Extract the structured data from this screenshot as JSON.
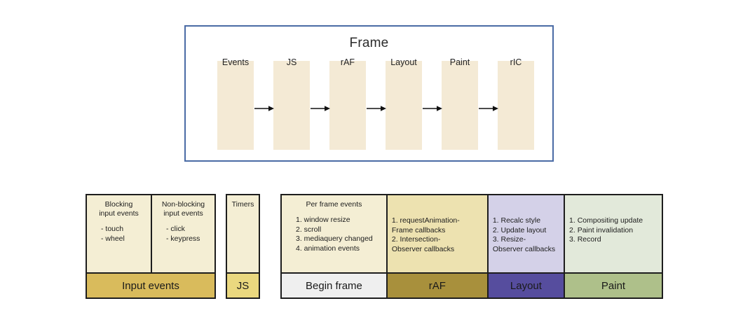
{
  "frame_panel": {
    "title": "Frame",
    "border_color": "#4a6ba5",
    "box_color": "#f4ead5",
    "stages": [
      {
        "label": "Events"
      },
      {
        "label": "JS"
      },
      {
        "label": "rAF"
      },
      {
        "label": "Layout"
      },
      {
        "label": "Paint"
      },
      {
        "label": "rIC"
      }
    ]
  },
  "timeline": {
    "groups": [
      {
        "name": "input-events",
        "cells": [
          {
            "head": "Blocking\ninput events",
            "head_line1": "Blocking",
            "head_line2": "input events",
            "items": [
              "- touch",
              "- wheel"
            ]
          },
          {
            "head": "Non-blocking\ninput events",
            "head_line1": "Non-blocking",
            "head_line2": "input events",
            "items": [
              "- click",
              "- keypress"
            ]
          }
        ],
        "bands": [
          {
            "label": "Input events",
            "color": "#d9bb5c"
          }
        ]
      },
      {
        "name": "js",
        "cells": [
          {
            "head_line1": "Timers",
            "head_line2": "",
            "items": []
          }
        ],
        "bands": [
          {
            "label": "JS",
            "color": "#ead87f"
          }
        ]
      },
      {
        "name": "frame-pipeline",
        "cells": [
          {
            "head_line1": "Per frame events",
            "head_line2": "",
            "items": [
              "1. window resize",
              "2. scroll",
              "3. mediaquery changed",
              "4. animation events"
            ],
            "bg": "#f4eed4"
          },
          {
            "head_line1": "",
            "head_line2": "",
            "items": [
              "1. requestAnimation-",
              "Frame callbacks",
              "2. Intersection-",
              "Observer callbacks"
            ],
            "bg": "#ede2b0"
          },
          {
            "head_line1": "",
            "head_line2": "",
            "items": [
              "1. Recalc style",
              "2. Update layout",
              "3. Resize-",
              "Observer callbacks"
            ],
            "bg": "#d4d1e8"
          },
          {
            "head_line1": "",
            "head_line2": "",
            "items": [
              "1. Compositing update",
              "2. Paint invalidation",
              "3. Record"
            ],
            "bg": "#e2e9da"
          }
        ],
        "bands": [
          {
            "label": "Begin frame",
            "color": "#efefef"
          },
          {
            "label": "rAF",
            "color": "#a8903c"
          },
          {
            "label": "Layout",
            "color": "#564d9e"
          },
          {
            "label": "Paint",
            "color": "#aec08a"
          }
        ]
      }
    ]
  }
}
